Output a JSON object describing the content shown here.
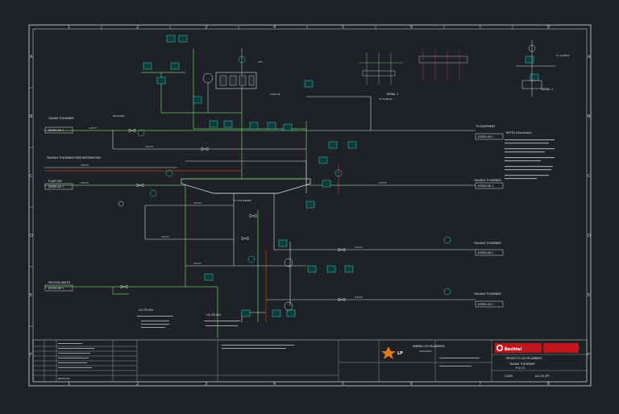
{
  "sheet": {
    "grid_columns": [
      "1",
      "2",
      "3",
      "4",
      "5",
      "6",
      "7",
      "8"
    ],
    "grid_rows": [
      "A",
      "B",
      "C",
      "D",
      "E",
      "F"
    ]
  },
  "notes": {
    "title": "NOTES (Continued):",
    "detail_1": "DETAIL 1",
    "detail_1b": "DETAIL 1"
  },
  "left_sources": [
    {
      "label": "TAILING THICKENER",
      "tag": "D3300 AH 1"
    },
    {
      "label": "TAILINGS THICKENER FEED DISTRIBUTION",
      "tag": ""
    },
    {
      "label": "PLANT AIR",
      "tag": "D3300 AH 1"
    },
    {
      "label": "PROCESS WATER",
      "tag": "D3300 AH 1"
    }
  ],
  "right_targets": [
    {
      "label": "TO EQUIPMENT",
      "tag": "D3300 AH 1"
    },
    {
      "label": "TAILINGS THICKENER",
      "tag": "D3300 AH 1"
    },
    {
      "label": "TAILINGS THICKENER",
      "tag": "D3300 AH 1"
    },
    {
      "label": "TAILINGS THICKENER",
      "tag": "D3300 AH 1"
    }
  ],
  "title_block": {
    "client_logo": "LP",
    "client": "MINERA LOS PELAMBRES",
    "location": "SANTIAGO",
    "company": "Bechtel",
    "project": "PROYECTO LOS PELAMBRES",
    "drawing_title": "TAILING THICKENER",
    "drawing_subtitle": "P & I D",
    "job_no": "22265",
    "drawing_no": "A-D-33-1PT",
    "revision_label": "REVISION"
  },
  "colors": {
    "background": "#1e2126",
    "line_white": "#d8dbde",
    "line_green": "#6fc36b",
    "line_red": "#c0392b",
    "instrument_cyan": "#2fd3c8",
    "logo_red": "#c0161c"
  }
}
